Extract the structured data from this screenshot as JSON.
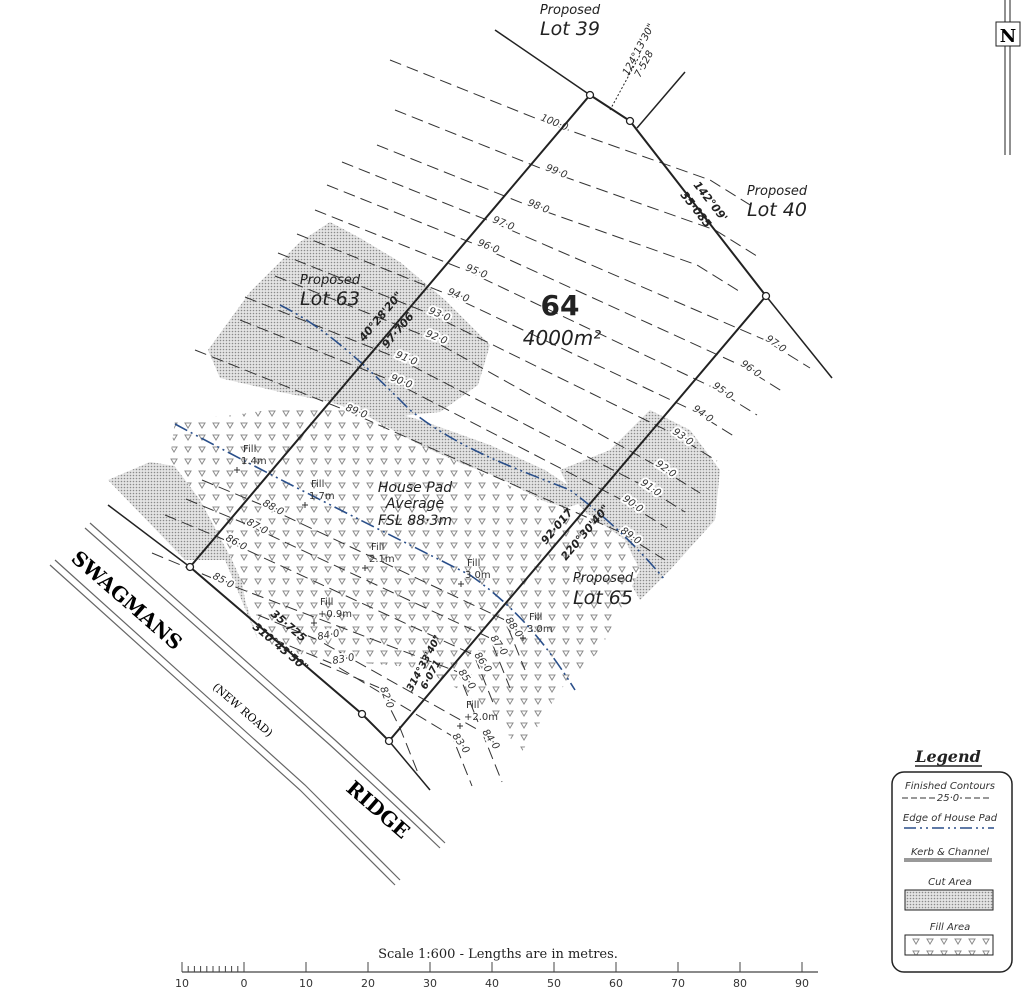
{
  "north_label": "N",
  "lot": {
    "number": "64",
    "area": "4000m²"
  },
  "adjacent_lots": [
    {
      "prefix": "Proposed",
      "name": "Lot 39"
    },
    {
      "prefix": "Proposed",
      "name": "Lot 40"
    },
    {
      "prefix": "Proposed",
      "name": "Lot 63"
    },
    {
      "prefix": "Proposed",
      "name": "Lot 65"
    }
  ],
  "bearings": {
    "top_short": {
      "bearing": "124°13'30\"",
      "length": "7·528"
    },
    "north_east": {
      "bearing": "142°09'",
      "length": "35·085"
    },
    "west": {
      "bearing": "40°28'20\"",
      "length": "97·706"
    },
    "east": {
      "bearing": "220°30'40\"",
      "length": "92·017"
    },
    "south_west": {
      "bearing": "310°43'50\"",
      "length": "35·725"
    },
    "south_short": {
      "bearing": "314°33'40\"",
      "length": "6·071"
    }
  },
  "contours": {
    "upper_left": [
      "100·0",
      "99·0",
      "98·0",
      "97·0",
      "96·0",
      "95·0",
      "94·0",
      "93·0",
      "92·0",
      "91·0",
      "90·0",
      "89·0"
    ],
    "upper_right": [
      "97·0",
      "96·0",
      "95·0",
      "94·0",
      "93·0",
      "92·0",
      "91·0",
      "90·0",
      "89·0"
    ],
    "lower_left": [
      "88·0",
      "87·0",
      "86·0",
      "85·0",
      "84·0",
      "83·0",
      "82·0"
    ],
    "lower_right": [
      "88·0",
      "87·0",
      "86·0",
      "85·0",
      "84·0",
      "83·0"
    ]
  },
  "fill_marks": [
    {
      "label": "Fill",
      "value": "1.4m"
    },
    {
      "label": "Fill",
      "value": "1.7m"
    },
    {
      "label": "Fill",
      "value": "2.1m"
    },
    {
      "label": "Fill",
      "value": "3.0m"
    },
    {
      "label": "Fill",
      "value": "+0.9m"
    },
    {
      "label": "Fill",
      "value": "3.0m"
    },
    {
      "label": "Fill",
      "value": "+2.0m"
    }
  ],
  "house_pad": {
    "line1": "House Pad",
    "line2": "Average",
    "line3": "FSL 88·3m"
  },
  "road": {
    "name1": "SWAGMANS",
    "note": "(NEW ROAD)",
    "name2": "RIDGE"
  },
  "scale": {
    "title": "Scale 1:600 - Lengths are in metres.",
    "ticks": [
      "10",
      "0",
      "10",
      "20",
      "30",
      "40",
      "50",
      "60",
      "70",
      "80",
      "90"
    ]
  },
  "legend": {
    "title": "Legend",
    "finished_contours": "Finished Contours",
    "contour_sample": "25·0",
    "house_pad_edge": "Edge of House Pad",
    "kerb": "Kerb & Channel",
    "cut": "Cut Area",
    "fill": "Fill Area"
  },
  "colors": {
    "line": "#222222",
    "pad_edge": "#2a4f8a",
    "cut": "#bdbdbd",
    "fill": "#8c8c8c"
  }
}
